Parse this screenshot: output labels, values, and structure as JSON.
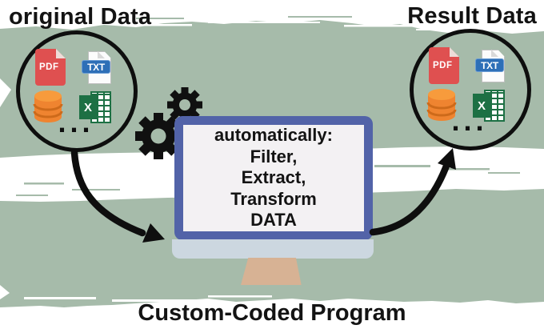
{
  "titles": {
    "left": "original Data",
    "right": "Result Data",
    "caption": "Custom-Coded Program"
  },
  "screen_lines": [
    "automatically:",
    "Filter,",
    "Extract,",
    "Transform",
    "DATA"
  ],
  "icons": {
    "pdf": "PDF",
    "txt": "TXT",
    "excel": "X",
    "more": "..."
  },
  "colors": {
    "background_green": "#a6bbaa",
    "brush_white": "#ffffff",
    "ink_black": "#131313",
    "monitor_frame_blue": "#5263a8",
    "monitor_screen": "#f3f1f3",
    "monitor_bezel": "#ccd7e0",
    "monitor_stand_tan": "#d7b294",
    "pdf_red": "#df5050",
    "txt_blue": "#2e6fb7",
    "excel_green": "#1d7044",
    "database_orange": "#ef8430"
  }
}
